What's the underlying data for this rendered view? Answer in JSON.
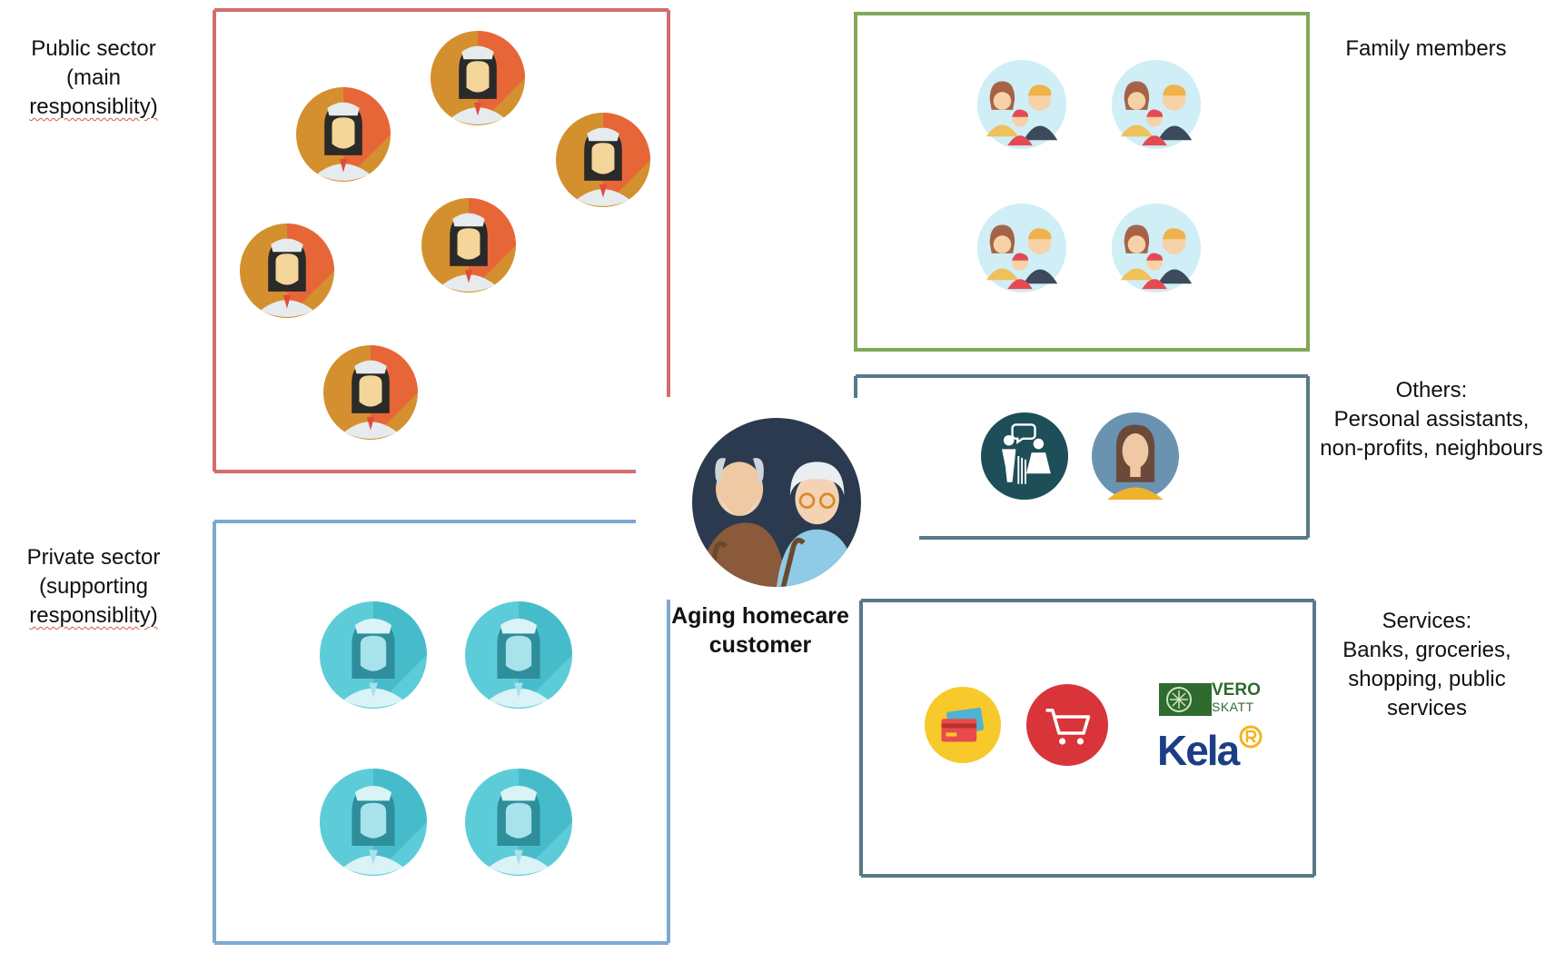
{
  "colors": {
    "public_frame": "#d26e6e",
    "family_frame": "#82a85a",
    "others_frame": "#587a88",
    "services_frame": "#587a88",
    "private_frame": "#7fa7d2",
    "nurse_bg": "#d4902e",
    "private_nurse_bg": "#5dccd9",
    "family_bg": "#cfeef6"
  },
  "labels": {
    "public": {
      "line1": "Public sector",
      "line2": "(main",
      "line3": "responsiblity)"
    },
    "private": {
      "line1": "Private sector",
      "line2": "(supporting",
      "line3": "responsiblity)"
    },
    "family": {
      "line1": "Family members"
    },
    "others": {
      "line1": "Others:",
      "line2": "Personal assistants,",
      "line3": "non-profits, neighbours"
    },
    "services": {
      "line1": "Services:",
      "line2": "Banks, groceries,",
      "line3": "shopping, public",
      "line4": "services"
    }
  },
  "center": {
    "line1": "Aging homecare",
    "line2": "customer"
  },
  "logos": {
    "vero_top": "VERO",
    "vero_bottom": "SKATT",
    "kela": "Kela"
  },
  "icons": {
    "public_nurse": "female-nurse-icon",
    "private_nurse": "private-nurse-icon",
    "family": "family-icon",
    "assistant": "personal-assistant-icon",
    "neighbour": "woman-avatar-icon",
    "card": "credit-card-icon",
    "cart": "shopping-cart-icon",
    "elderly": "elderly-couple-icon"
  }
}
